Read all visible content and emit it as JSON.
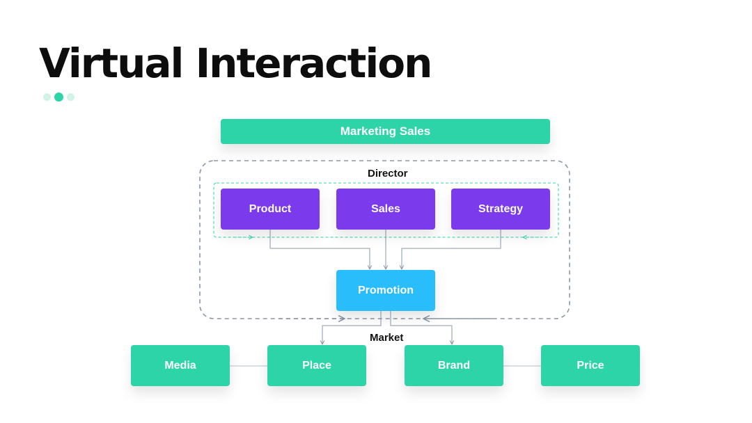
{
  "slide": {
    "title": "Virtual Interaction",
    "pager": {
      "count": 3,
      "active_index": 1
    }
  },
  "diagram": {
    "header": "Marketing Sales",
    "group_label": "Director",
    "top_row": [
      "Product",
      "Sales",
      "Strategy"
    ],
    "center": "Promotion",
    "bottom_label": "Market",
    "bottom_row": [
      "Media",
      "Place",
      "Brand",
      "Price"
    ]
  },
  "colors": {
    "green": "#2dd4a8",
    "purple": "#7c3aed",
    "blue": "#29bdfc",
    "connector": "#8a97a6"
  }
}
